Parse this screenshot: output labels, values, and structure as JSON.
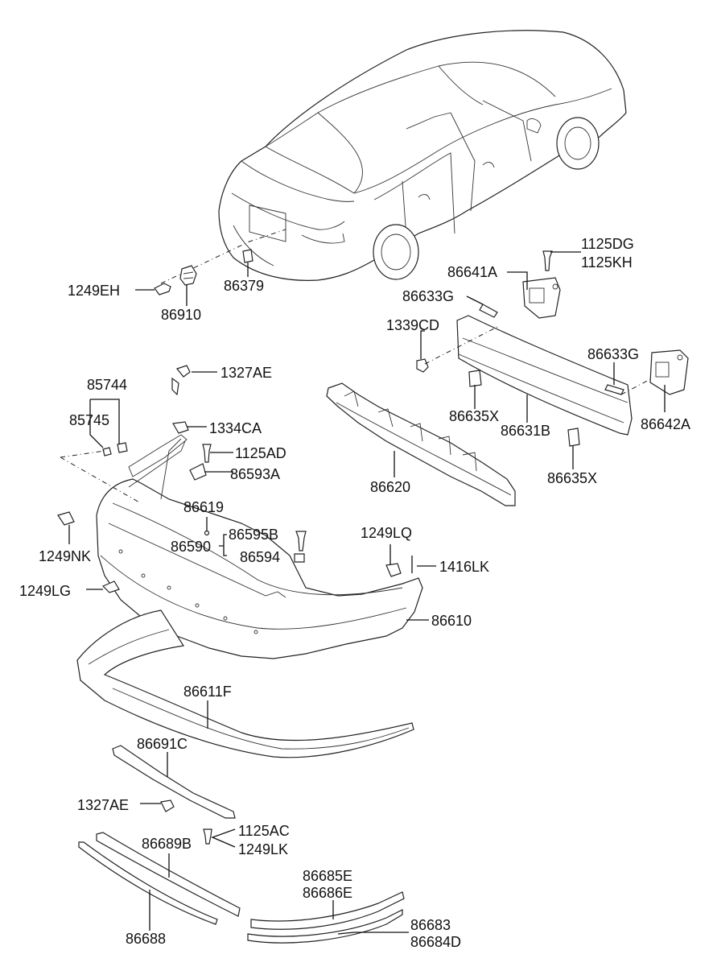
{
  "labels": {
    "p1125DG": "1125DG",
    "p1125KH": "1125KH",
    "p86641A": "86641A",
    "p86633G_top": "86633G",
    "p1339CD": "1339CD",
    "p86633G_right": "86633G",
    "p86635X_a": "86635X",
    "p86631B": "86631B",
    "p86642A": "86642A",
    "p86635X_b": "86635X",
    "p86620": "86620",
    "p1249EH": "1249EH",
    "p86910": "86910",
    "p86379": "86379",
    "p85744": "85744",
    "p85745": "85745",
    "p1327AE_top": "1327AE",
    "p1334CA": "1334CA",
    "p1125AD": "1125AD",
    "p86593A": "86593A",
    "p86619": "86619",
    "p86595B": "86595B",
    "p86590": "86590",
    "p86594": "86594",
    "p1249NK": "1249NK",
    "p1249LG": "1249LG",
    "p1249LQ": "1249LQ",
    "p1416LK": "1416LK",
    "p86610": "86610",
    "p86611F": "86611F",
    "p86691C": "86691C",
    "p1327AE_bottom": "1327AE",
    "p1125AC": "1125AC",
    "p1249LK": "1249LK",
    "p86689B": "86689B",
    "p86685E": "86685E",
    "p86686E": "86686E",
    "p86683": "86683",
    "p86684D": "86684D",
    "p86688": "86688"
  }
}
